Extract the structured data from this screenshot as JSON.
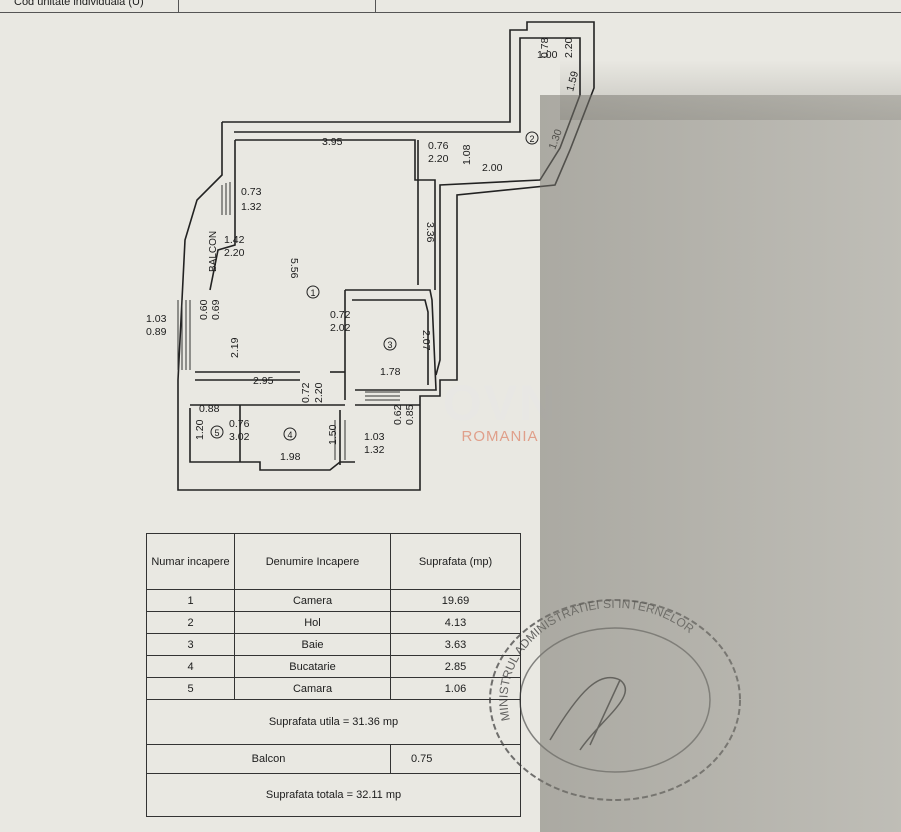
{
  "header": {
    "text": "Cod unitate individuala (U)"
  },
  "plan": {
    "dimensions": [
      "3.95",
      "0.76",
      "2.20",
      "1.08",
      "0.78",
      "1.00",
      "2.20",
      "1.59",
      "1.30",
      "2.00",
      "3.36",
      "0.73",
      "1.32",
      "1.42",
      "2.20",
      "5.56",
      "1.03",
      "0.89",
      "0.60",
      "0.69",
      "2.19",
      "2.95",
      "0.72",
      "2.02",
      "2.07",
      "1.78",
      "0.72",
      "2.20",
      "0.88",
      "1.20",
      "0.76",
      "3.02",
      "1.50",
      "1.98",
      "0.62",
      "0.85",
      "1.03",
      "1.32"
    ],
    "balcony_label": "BALCON",
    "room_numbers": [
      "1",
      "2",
      "3",
      "4",
      "5"
    ]
  },
  "watermark": {
    "logo": "OVN",
    "sub": "ROMANIA"
  },
  "table": {
    "headers": [
      "Numar incapere",
      "Denumire Incapere",
      "Suprafata (mp)"
    ],
    "rows": [
      {
        "nr": "1",
        "name": "Camera",
        "area": "19.69"
      },
      {
        "nr": "2",
        "name": "Hol",
        "area": "4.13"
      },
      {
        "nr": "3",
        "name": "Baie",
        "area": "3.63"
      },
      {
        "nr": "4",
        "name": "Bucatarie",
        "area": "2.85"
      },
      {
        "nr": "5",
        "name": "Camara",
        "area": "1.06"
      }
    ],
    "useful_area": "Suprafata utila = 31.36 mp",
    "balcony_name": "Balcon",
    "balcony_area": "0.75",
    "total_area": "Suprafata totala = 32.11 mp"
  },
  "stamp": {
    "text": "MINISTRUL ADMINISTRATIEI SI INTERNELOR"
  }
}
